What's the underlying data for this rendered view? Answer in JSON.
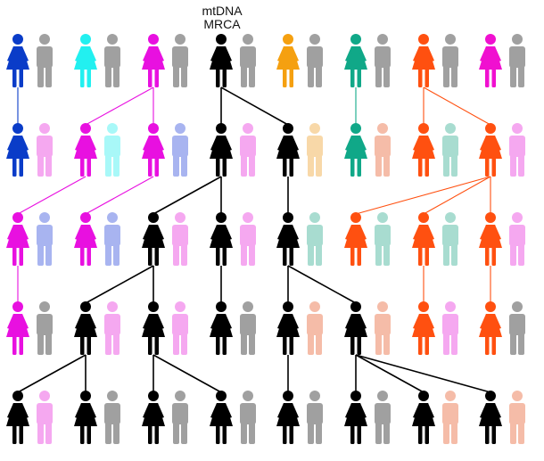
{
  "title": {
    "line1": "mtDNA",
    "line2": "MRCA"
  },
  "colors": {
    "gray": "#a0a0a0",
    "black": "#000000",
    "blue": "#0a3cc8",
    "cyan": "#22f0f0",
    "magenta": "#e810e0",
    "orange": "#f5a010",
    "teal": "#10a888",
    "redorange": "#ff5010",
    "pink": "#f010d0",
    "lightpink": "#f5a8f0",
    "lightblue": "#a8b4f0",
    "lightcyan": "#a8f8f8",
    "peach": "#f8d8a8",
    "salmon": "#f5bca8",
    "mint": "#a8dcd0"
  },
  "generations": [
    [
      {
        "female": "blue",
        "male": "gray"
      },
      {
        "female": "cyan",
        "male": "gray"
      },
      {
        "female": "magenta",
        "male": "gray"
      },
      {
        "female": "black",
        "male": "gray"
      },
      {
        "female": "orange",
        "male": "gray"
      },
      {
        "female": "teal",
        "male": "gray"
      },
      {
        "female": "redorange",
        "male": "gray"
      },
      {
        "female": "pink",
        "male": "gray"
      }
    ],
    [
      {
        "female": "blue",
        "male": "lightpink"
      },
      {
        "female": "magenta",
        "male": "lightcyan"
      },
      {
        "female": "magenta",
        "male": "lightblue"
      },
      {
        "female": "black",
        "male": "lightpink"
      },
      {
        "female": "black",
        "male": "peach"
      },
      {
        "female": "teal",
        "male": "salmon"
      },
      {
        "female": "redorange",
        "male": "mint"
      },
      {
        "female": "redorange",
        "male": "lightpink"
      }
    ],
    [
      {
        "female": "magenta",
        "male": "lightblue"
      },
      {
        "female": "magenta",
        "male": "lightblue"
      },
      {
        "female": "black",
        "male": "lightpink"
      },
      {
        "female": "black",
        "male": "lightpink"
      },
      {
        "female": "black",
        "male": "mint"
      },
      {
        "female": "redorange",
        "male": "mint"
      },
      {
        "female": "redorange",
        "male": "mint"
      },
      {
        "female": "redorange",
        "male": "lightpink"
      }
    ],
    [
      {
        "female": "magenta",
        "male": "gray"
      },
      {
        "female": "black",
        "male": "lightpink"
      },
      {
        "female": "black",
        "male": "lightpink"
      },
      {
        "female": "black",
        "male": "gray"
      },
      {
        "female": "black",
        "male": "salmon"
      },
      {
        "female": "black",
        "male": "salmon"
      },
      {
        "female": "redorange",
        "male": "lightpink"
      },
      {
        "female": "redorange",
        "male": "gray"
      }
    ],
    [
      {
        "female": "black",
        "male": "lightpink"
      },
      {
        "female": "black",
        "male": "gray"
      },
      {
        "female": "black",
        "male": "gray"
      },
      {
        "female": "black",
        "male": "gray"
      },
      {
        "female": "black",
        "male": "gray"
      },
      {
        "female": "black",
        "male": "gray"
      },
      {
        "female": "black",
        "male": "salmon"
      },
      {
        "female": "black",
        "male": "salmon"
      }
    ]
  ],
  "lineages": [
    {
      "from": [
        0,
        0
      ],
      "to": [
        1,
        0
      ],
      "color": "blue"
    },
    {
      "from": [
        0,
        2
      ],
      "to": [
        1,
        1
      ],
      "color": "magenta"
    },
    {
      "from": [
        0,
        2
      ],
      "to": [
        1,
        2
      ],
      "color": "magenta"
    },
    {
      "from": [
        0,
        3
      ],
      "to": [
        1,
        3
      ],
      "color": "black"
    },
    {
      "from": [
        0,
        3
      ],
      "to": [
        1,
        4
      ],
      "color": "black"
    },
    {
      "from": [
        0,
        5
      ],
      "to": [
        1,
        5
      ],
      "color": "teal"
    },
    {
      "from": [
        0,
        6
      ],
      "to": [
        1,
        6
      ],
      "color": "redorange"
    },
    {
      "from": [
        0,
        6
      ],
      "to": [
        1,
        7
      ],
      "color": "redorange"
    },
    {
      "from": [
        1,
        1
      ],
      "to": [
        2,
        0
      ],
      "color": "magenta"
    },
    {
      "from": [
        1,
        2
      ],
      "to": [
        2,
        1
      ],
      "color": "magenta"
    },
    {
      "from": [
        1,
        3
      ],
      "to": [
        2,
        2
      ],
      "color": "black"
    },
    {
      "from": [
        1,
        3
      ],
      "to": [
        2,
        3
      ],
      "color": "black"
    },
    {
      "from": [
        1,
        4
      ],
      "to": [
        2,
        4
      ],
      "color": "black"
    },
    {
      "from": [
        1,
        7
      ],
      "to": [
        2,
        5
      ],
      "color": "redorange"
    },
    {
      "from": [
        1,
        7
      ],
      "to": [
        2,
        6
      ],
      "color": "redorange"
    },
    {
      "from": [
        1,
        7
      ],
      "to": [
        2,
        7
      ],
      "color": "redorange"
    },
    {
      "from": [
        2,
        0
      ],
      "to": [
        3,
        0
      ],
      "color": "magenta"
    },
    {
      "from": [
        2,
        2
      ],
      "to": [
        3,
        1
      ],
      "color": "black"
    },
    {
      "from": [
        2,
        2
      ],
      "to": [
        3,
        2
      ],
      "color": "black"
    },
    {
      "from": [
        2,
        3
      ],
      "to": [
        3,
        3
      ],
      "color": "black"
    },
    {
      "from": [
        2,
        4
      ],
      "to": [
        3,
        4
      ],
      "color": "black"
    },
    {
      "from": [
        2,
        4
      ],
      "to": [
        3,
        5
      ],
      "color": "black"
    },
    {
      "from": [
        2,
        6
      ],
      "to": [
        3,
        6
      ],
      "color": "redorange"
    },
    {
      "from": [
        2,
        7
      ],
      "to": [
        3,
        7
      ],
      "color": "redorange"
    },
    {
      "from": [
        3,
        1
      ],
      "to": [
        4,
        0
      ],
      "color": "black"
    },
    {
      "from": [
        3,
        1
      ],
      "to": [
        4,
        1
      ],
      "color": "black"
    },
    {
      "from": [
        3,
        2
      ],
      "to": [
        4,
        2
      ],
      "color": "black"
    },
    {
      "from": [
        3,
        2
      ],
      "to": [
        4,
        3
      ],
      "color": "black"
    },
    {
      "from": [
        3,
        4
      ],
      "to": [
        4,
        4
      ],
      "color": "black"
    },
    {
      "from": [
        3,
        5
      ],
      "to": [
        4,
        5
      ],
      "color": "black"
    },
    {
      "from": [
        3,
        5
      ],
      "to": [
        4,
        6
      ],
      "color": "black"
    },
    {
      "from": [
        3,
        5
      ],
      "to": [
        4,
        7
      ],
      "color": "black"
    }
  ]
}
